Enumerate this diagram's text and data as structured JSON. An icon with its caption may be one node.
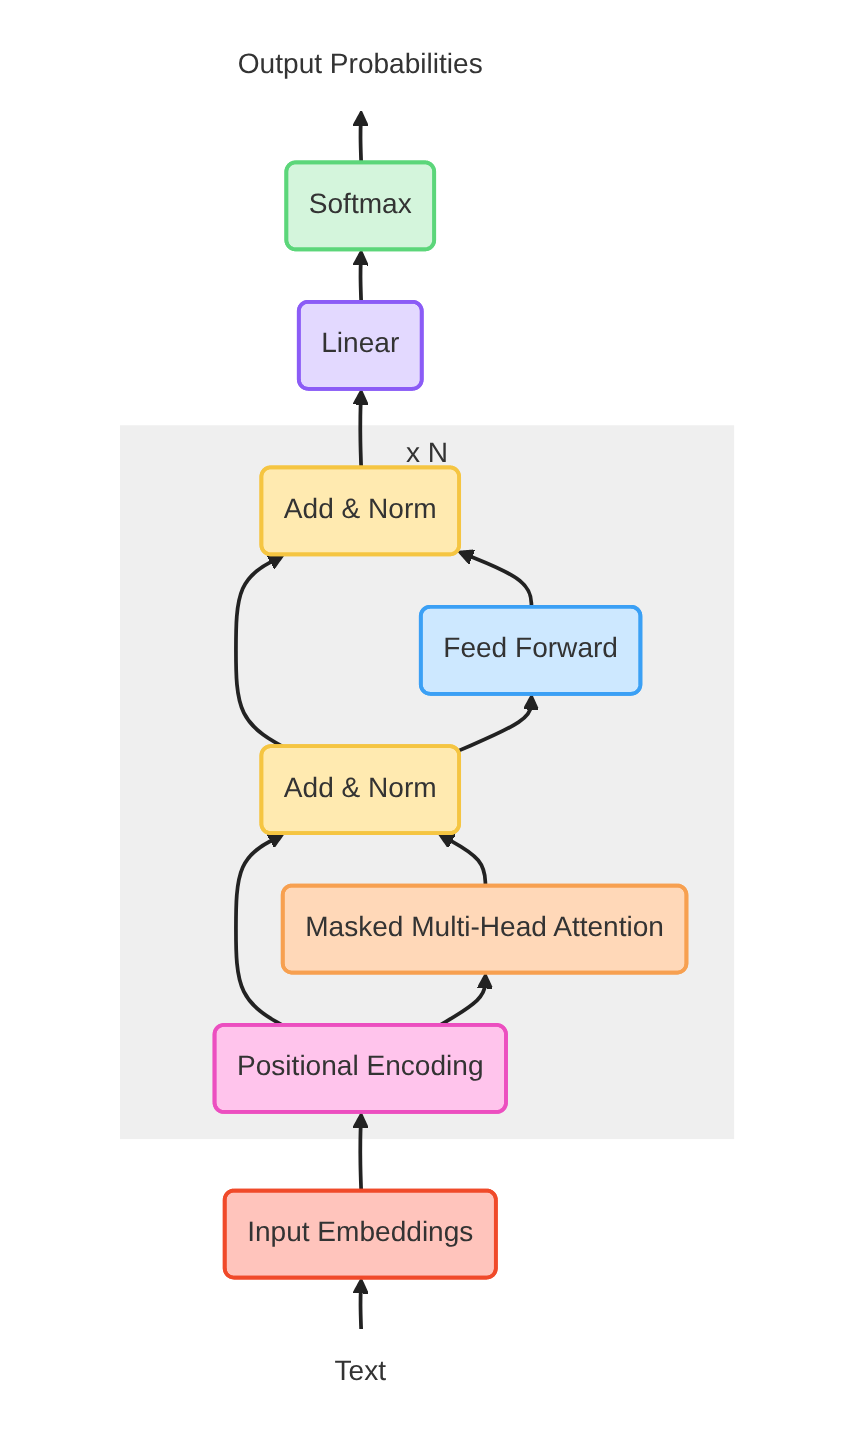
{
  "diagram": {
    "nodes": [
      {
        "text": [
          "Output Probabilities"
        ]
      },
      {
        "text": [
          "Softmax"
        ]
      },
      {
        "text": [
          "Linear"
        ]
      },
      {
        "text": [],
        "shape": "box",
        "beside": [
          "x N"
        ]
      },
      {
        "text": [
          "Add & Norm"
        ],
        "in": 3
      },
      {
        "text": [
          "Feed Forward"
        ],
        "in": 3
      },
      {
        "text": [
          "Add & Norm"
        ],
        "in": 3
      },
      {
        "text": [
          "Masked Multi-Head Attention"
        ],
        "in": 3
      },
      {
        "text": [
          "Positional Encoding"
        ],
        "in": 3
      },
      {
        "text": [
          "Input Embeddings"
        ]
      },
      {
        "text": [
          "Text"
        ]
      }
    ],
    "edges": [
      {
        "from": 10,
        "to": 9,
        "arrow": "to"
      },
      {
        "from": 9,
        "to": 8,
        "arrow": "to"
      },
      {
        "from": 8,
        "to": 7,
        "arrow": "to"
      },
      {
        "from": 8,
        "to": 6,
        "arrow": "to"
      },
      {
        "from": 7,
        "to": 6,
        "arrow": "to"
      },
      {
        "from": 6,
        "to": 5,
        "arrow": "to"
      },
      {
        "from": 6,
        "to": 4,
        "arrow": "to"
      },
      {
        "from": 5,
        "to": 4,
        "arrow": "to"
      },
      {
        "from": 4,
        "to": 2,
        "arrow": "to"
      },
      {
        "from": 2,
        "to": 1,
        "arrow": "to"
      },
      {
        "from": 1,
        "to": 0,
        "arrow": "to"
      }
    ]
  }
}
